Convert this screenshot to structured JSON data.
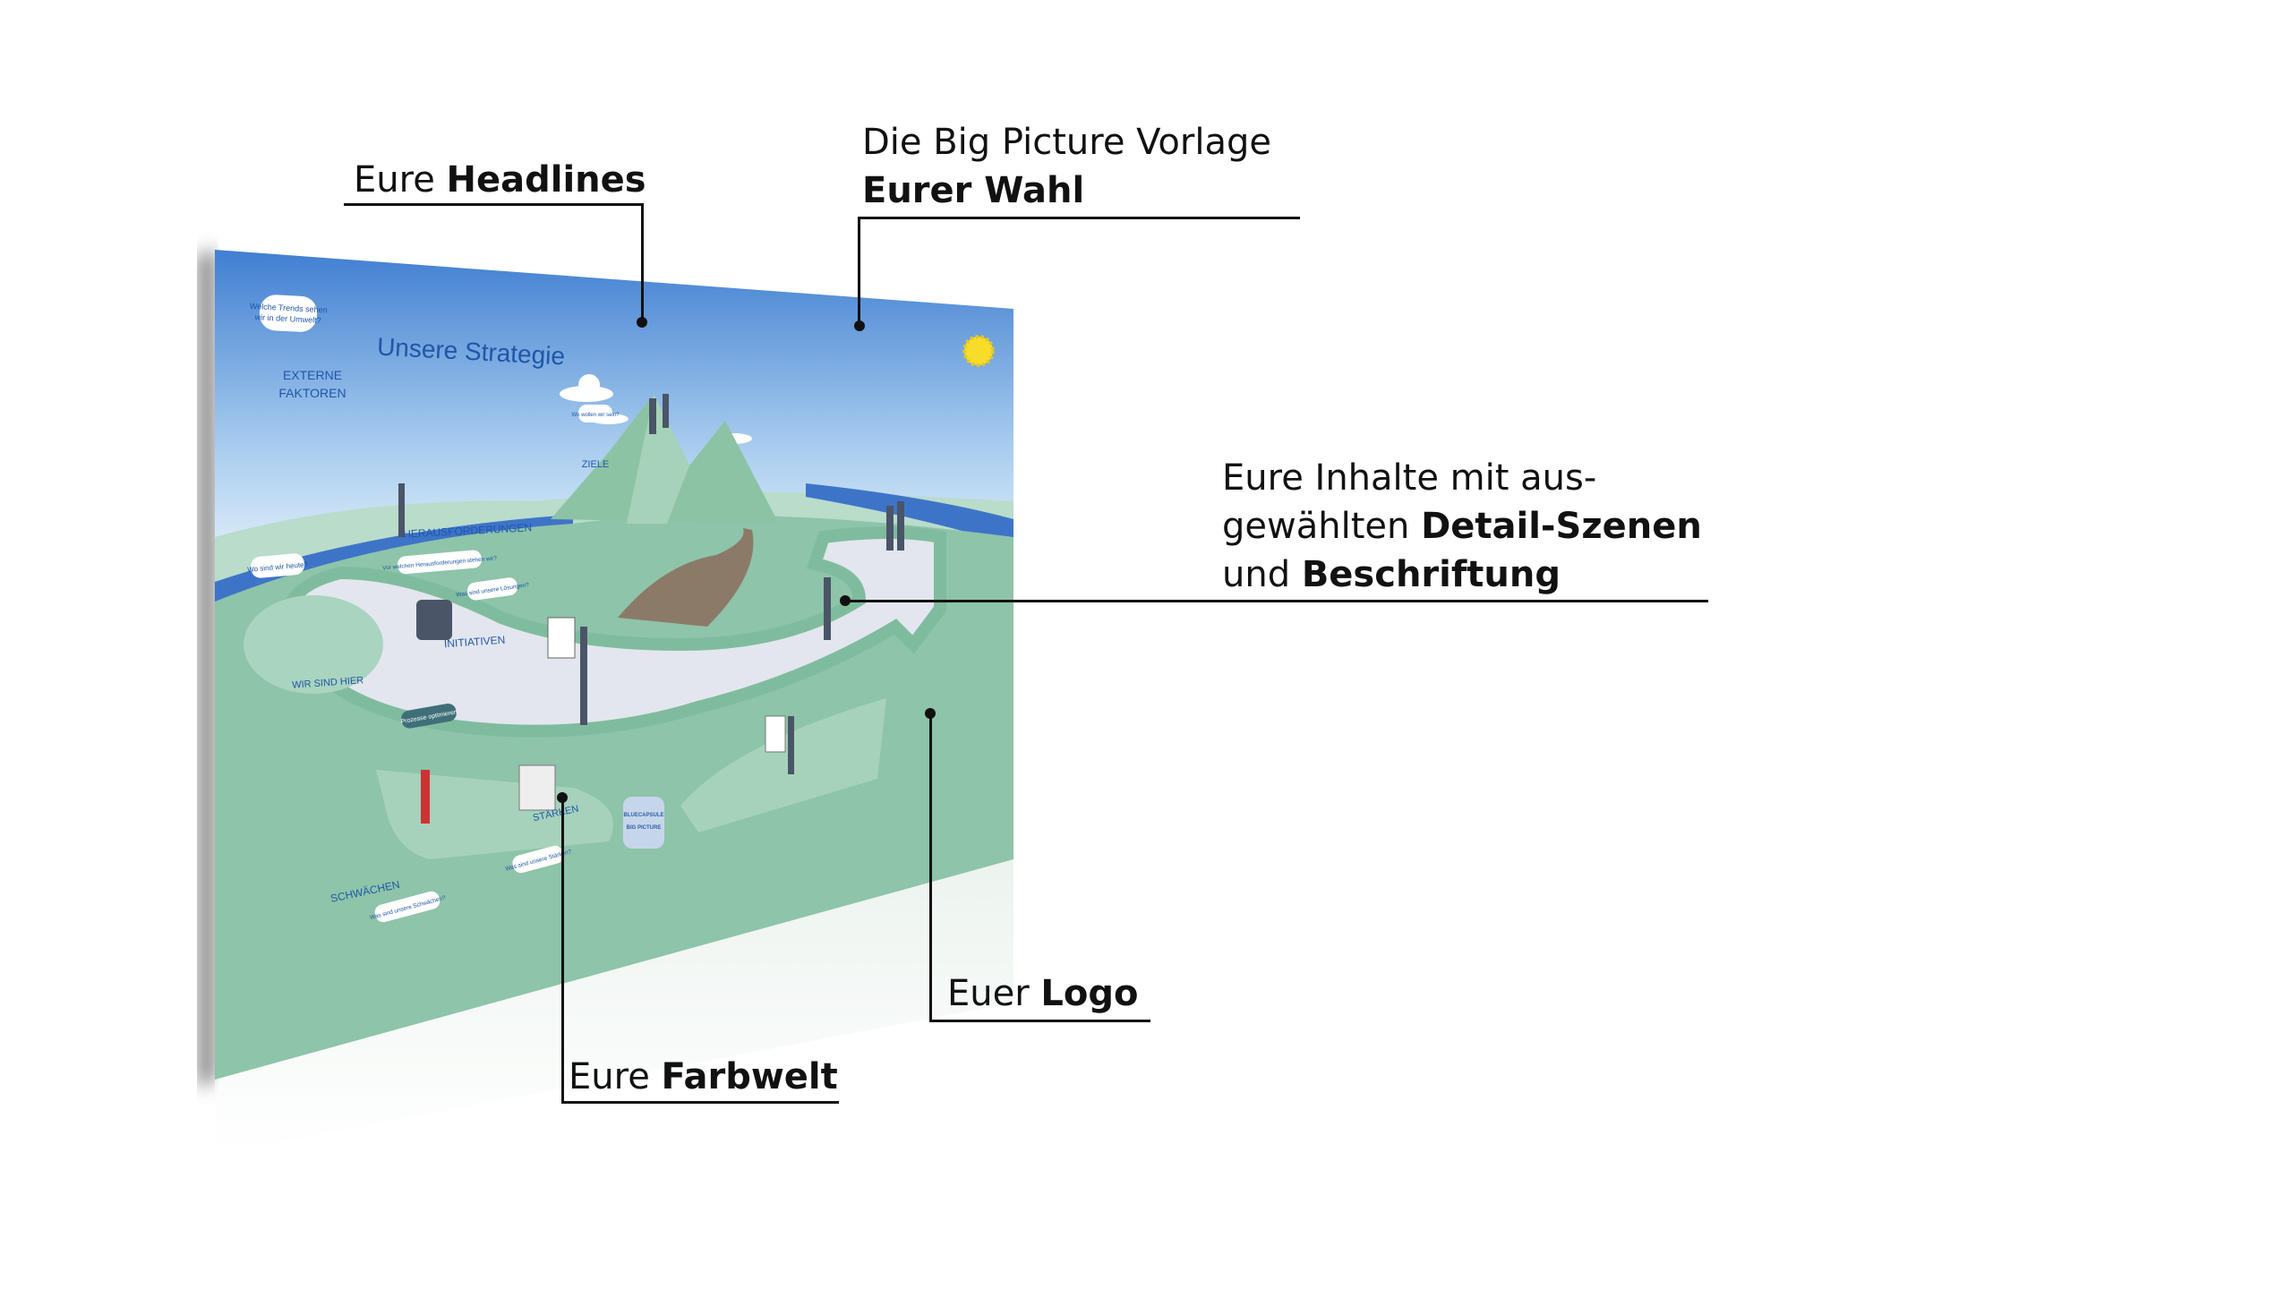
{
  "poster": {
    "title": "Unsere Strategie",
    "sections": {
      "externe_1": "EXTERNE",
      "externe_2": "FAKTOREN",
      "ziele": "ZIELE",
      "herausforderungen": "HERAUSFORDERUNGEN",
      "initiativen": "INITIATIVEN",
      "wir_sind_hier": "WIR SIND HIER",
      "staerken": "STÄRKEN",
      "schwaechen": "SCHWÄCHEN"
    },
    "bubbles": {
      "trends_1": "Welche Trends sehen",
      "trends_2": "wir in der Umwelt?",
      "wo_sein": "Wo wollen wir sein?",
      "heute": "Wo sind wir heute?",
      "herausforderungen": "Vor welchen Herausforderungen stehen wir?",
      "loesungen": "Was sind unsere Lösungen?",
      "prozesse": "Prozesse optimieren",
      "staerken": "Was sind unsere Stärken?",
      "schwaechen": "Was sind unsere Schwächen?"
    },
    "logo_1": "BLUECAPSULE",
    "logo_2": "BIG PICTURE",
    "colors": {
      "sky": "#3f7fd0",
      "ground": "#8ec4a9",
      "path": "#e3e6ee",
      "text": "#1f56a8"
    }
  },
  "annotations": {
    "headlines": {
      "pre": "Eure ",
      "bold": "Headlines"
    },
    "vorlage": {
      "line1": "Die Big Picture Vorlage",
      "bold": "Eurer Wahl"
    },
    "inhalte": {
      "line1": "Eure Inhalte mit aus-",
      "line2_pre": "gewählten ",
      "line2_bold": "Detail-Szenen",
      "line3_pre": "und ",
      "line3_bold": "Beschriftung"
    },
    "logo": {
      "pre": "Euer ",
      "bold": "Logo"
    },
    "farbwelt": {
      "pre": "Eure ",
      "bold": "Farbwelt"
    }
  }
}
